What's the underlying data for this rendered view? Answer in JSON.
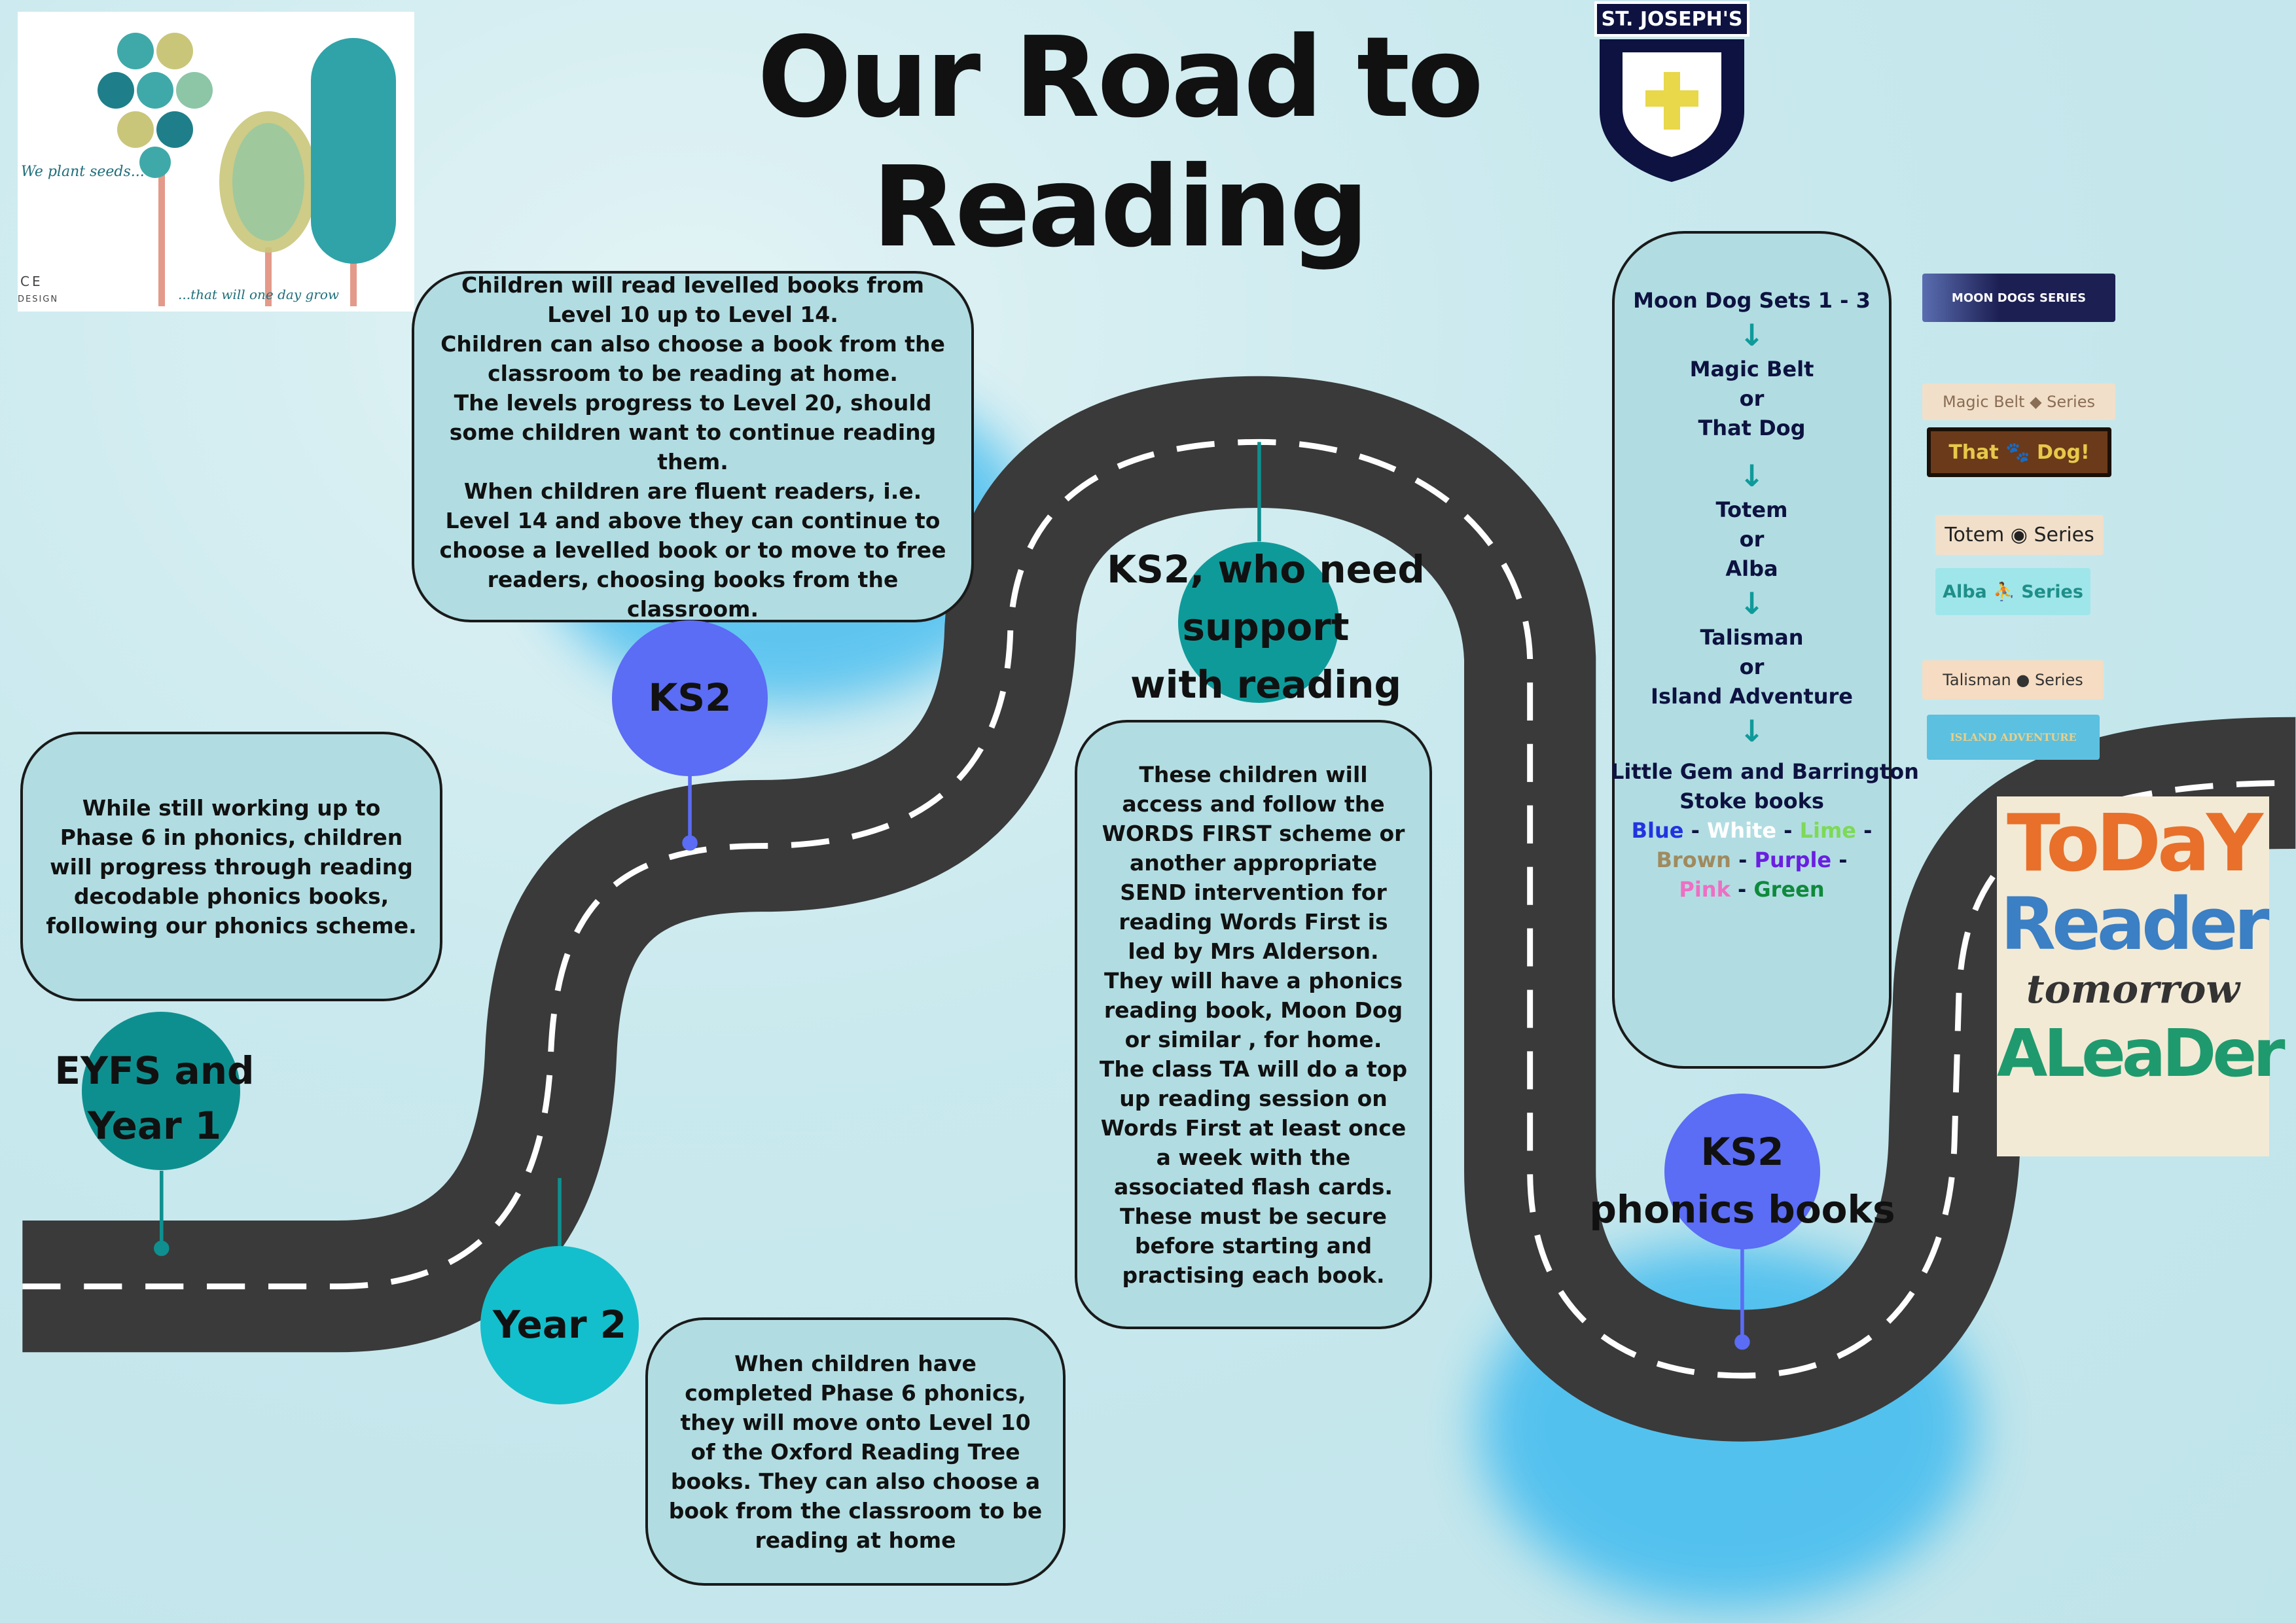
{
  "title": "Our Road to Reading",
  "crest": {
    "label": "ST. JOSEPH'S"
  },
  "tree_image": {
    "top_text": "We plant seeds...",
    "bottom_text": "...that will one day grow",
    "corner_text_1": "CE",
    "corner_text_2": "DESIGN"
  },
  "milestones": {
    "eyfs": "EYFS and\nYear 1",
    "year2": "Year 2",
    "ks2": "KS2",
    "ks2_support": "KS2, who need\nsupport\nwith reading",
    "ks2_phonics": "KS2\nphonics books"
  },
  "boxes": {
    "eyfs": "While still working up to Phase 6 in phonics, children will progress through reading decodable phonics books, following our phonics scheme.",
    "year2": "When children have completed Phase 6 phonics, they will move onto Level 10 of the Oxford Reading Tree books. They can also choose a book from the classroom to be reading at home",
    "ks2": "Children will read levelled books from Level 10 up to Level 14.\nChildren can also choose a book from the classroom to be reading at home.\nThe levels progress to Level 20, should some children want to continue reading them.\nWhen children are fluent readers, i.e. Level 14 and above they can continue to choose a levelled book or to move to free readers, choosing books from the classroom.",
    "support": "These children will access and follow the WORDS FIRST scheme or another appropriate SEND intervention for reading Words First is led by Mrs Alderson. They will have a phonics reading book, Moon Dog or similar , for home.\nThe class TA will do a top up reading session on Words First at least once a week with the associated flash cards. These must be secure before starting and practising each book."
  },
  "phonics_column": {
    "step1": "Moon Dog Sets 1 - 3",
    "step2": [
      "Magic Belt",
      "or",
      "That Dog"
    ],
    "step3": [
      "Totem",
      "or",
      "Alba"
    ],
    "step4": [
      "Talisman",
      "or",
      "Island Adventure"
    ],
    "step5": [
      "Little Gem and Barrington",
      "Stoke books"
    ],
    "arrow": "↓",
    "colours": [
      {
        "name": "Blue",
        "color": "#2233e0"
      },
      {
        "name": "White",
        "color": "#ffffff"
      },
      {
        "name": "Lime",
        "color": "#7ed957"
      },
      {
        "name": "Brown",
        "color": "#a08a5e"
      },
      {
        "name": "Purple",
        "color": "#6a1fe0"
      },
      {
        "name": "Pink",
        "color": "#ee6fc4"
      },
      {
        "name": "Green",
        "color": "#0e8a3c"
      }
    ],
    "sep": " - "
  },
  "series_logos": {
    "moon_dogs": "MOON DOGS SERIES",
    "magic_belt": "Magic Belt ◆ Series",
    "that_dog": "That 🐾 Dog!",
    "totem": "Totem ◉ Series",
    "alba": "Alba ⛹ Series",
    "talisman": "Talisman ● Series",
    "island": "ISLAND ADVENTURE"
  },
  "poster": {
    "line1": "ToDaY",
    "line2": "Reader",
    "line3": "tomorrow",
    "line4": "ALeaDer"
  }
}
